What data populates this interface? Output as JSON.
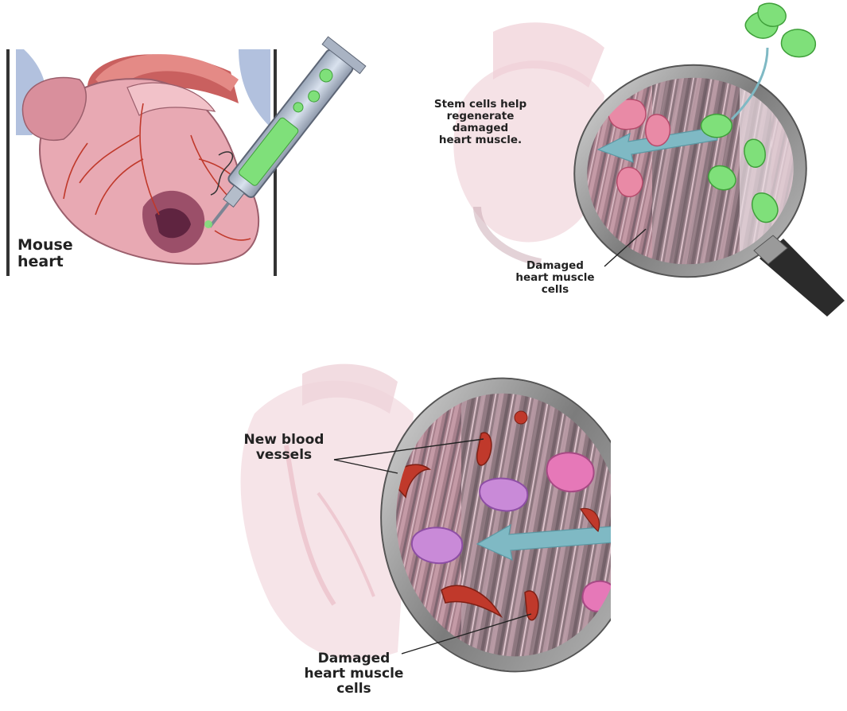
{
  "panels": {
    "injection": {
      "label_line1": "Mouse",
      "label_line2": "heart"
    },
    "regeneration": {
      "stem_label_line1": "Stem cells help",
      "stem_label_line2": "regenerate",
      "stem_label_line3": "damaged",
      "stem_label_line4": "heart muscle.",
      "damaged_label_line1": "Damaged",
      "damaged_label_line2": "heart muscle",
      "damaged_label_line3": "cells"
    },
    "vessels": {
      "vessels_label_line1": "New blood",
      "vessels_label_line2": "vessels",
      "damaged_label_line1": "Damaged",
      "damaged_label_line2": "heart muscle",
      "damaged_label_line3": "cells"
    }
  },
  "colors": {
    "heart_pink": "#e8a9b3",
    "heart_dark": "#b86a7a",
    "vessel_red": "#c0392b",
    "stem_green": "#7fe07a",
    "muscle_grey": "#8a7a80",
    "lens_rim": "#8f8f8f",
    "arrow_teal": "#7fb9c4",
    "cell_pink": "#e678b8"
  }
}
